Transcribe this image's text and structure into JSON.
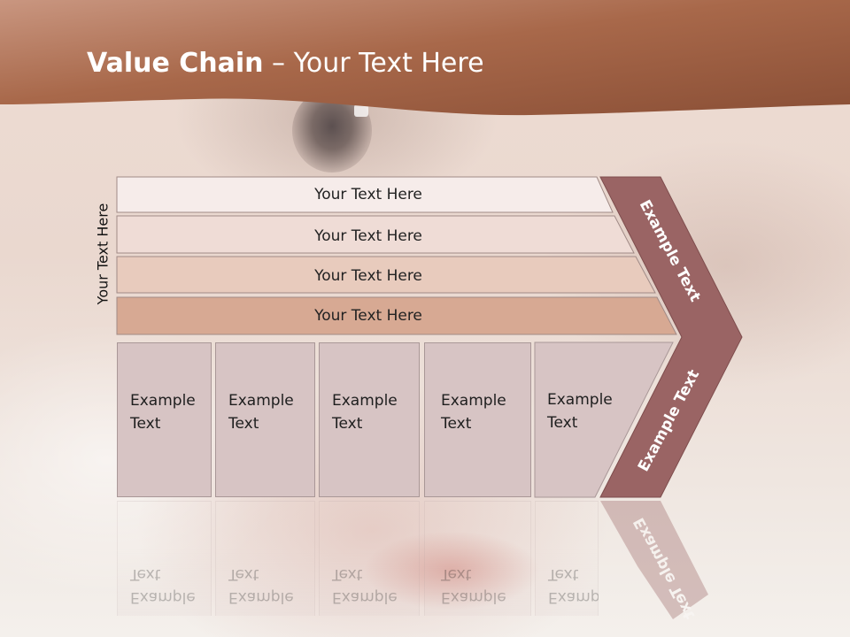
{
  "slide": {
    "title_bold": "Value Chain",
    "title_rest": " – Your Text Here",
    "side_label": "Your Text Here",
    "rows": [
      {
        "label": "Your Text Here",
        "fill": "#f6ecea"
      },
      {
        "label": "Your Text Here",
        "fill": "#efdcd6"
      },
      {
        "label": "Your Text Here",
        "fill": "#e8cbbd"
      },
      {
        "label": "Your Text Here",
        "fill": "#d7a993"
      }
    ],
    "boxes": [
      {
        "line1": "Example",
        "line2": "Text"
      },
      {
        "line1": "Example",
        "line2": "Text"
      },
      {
        "line1": "Example",
        "line2": "Text"
      },
      {
        "line1": "Example",
        "line2": "Text"
      },
      {
        "line1": "Example",
        "line2": "Text"
      }
    ],
    "chevron_top_label": "Example Text",
    "chevron_bottom_label": "Example Text",
    "colors": {
      "header": "#a86a4c",
      "chevron": "#9a6464",
      "box": "#d7c4c4"
    }
  }
}
